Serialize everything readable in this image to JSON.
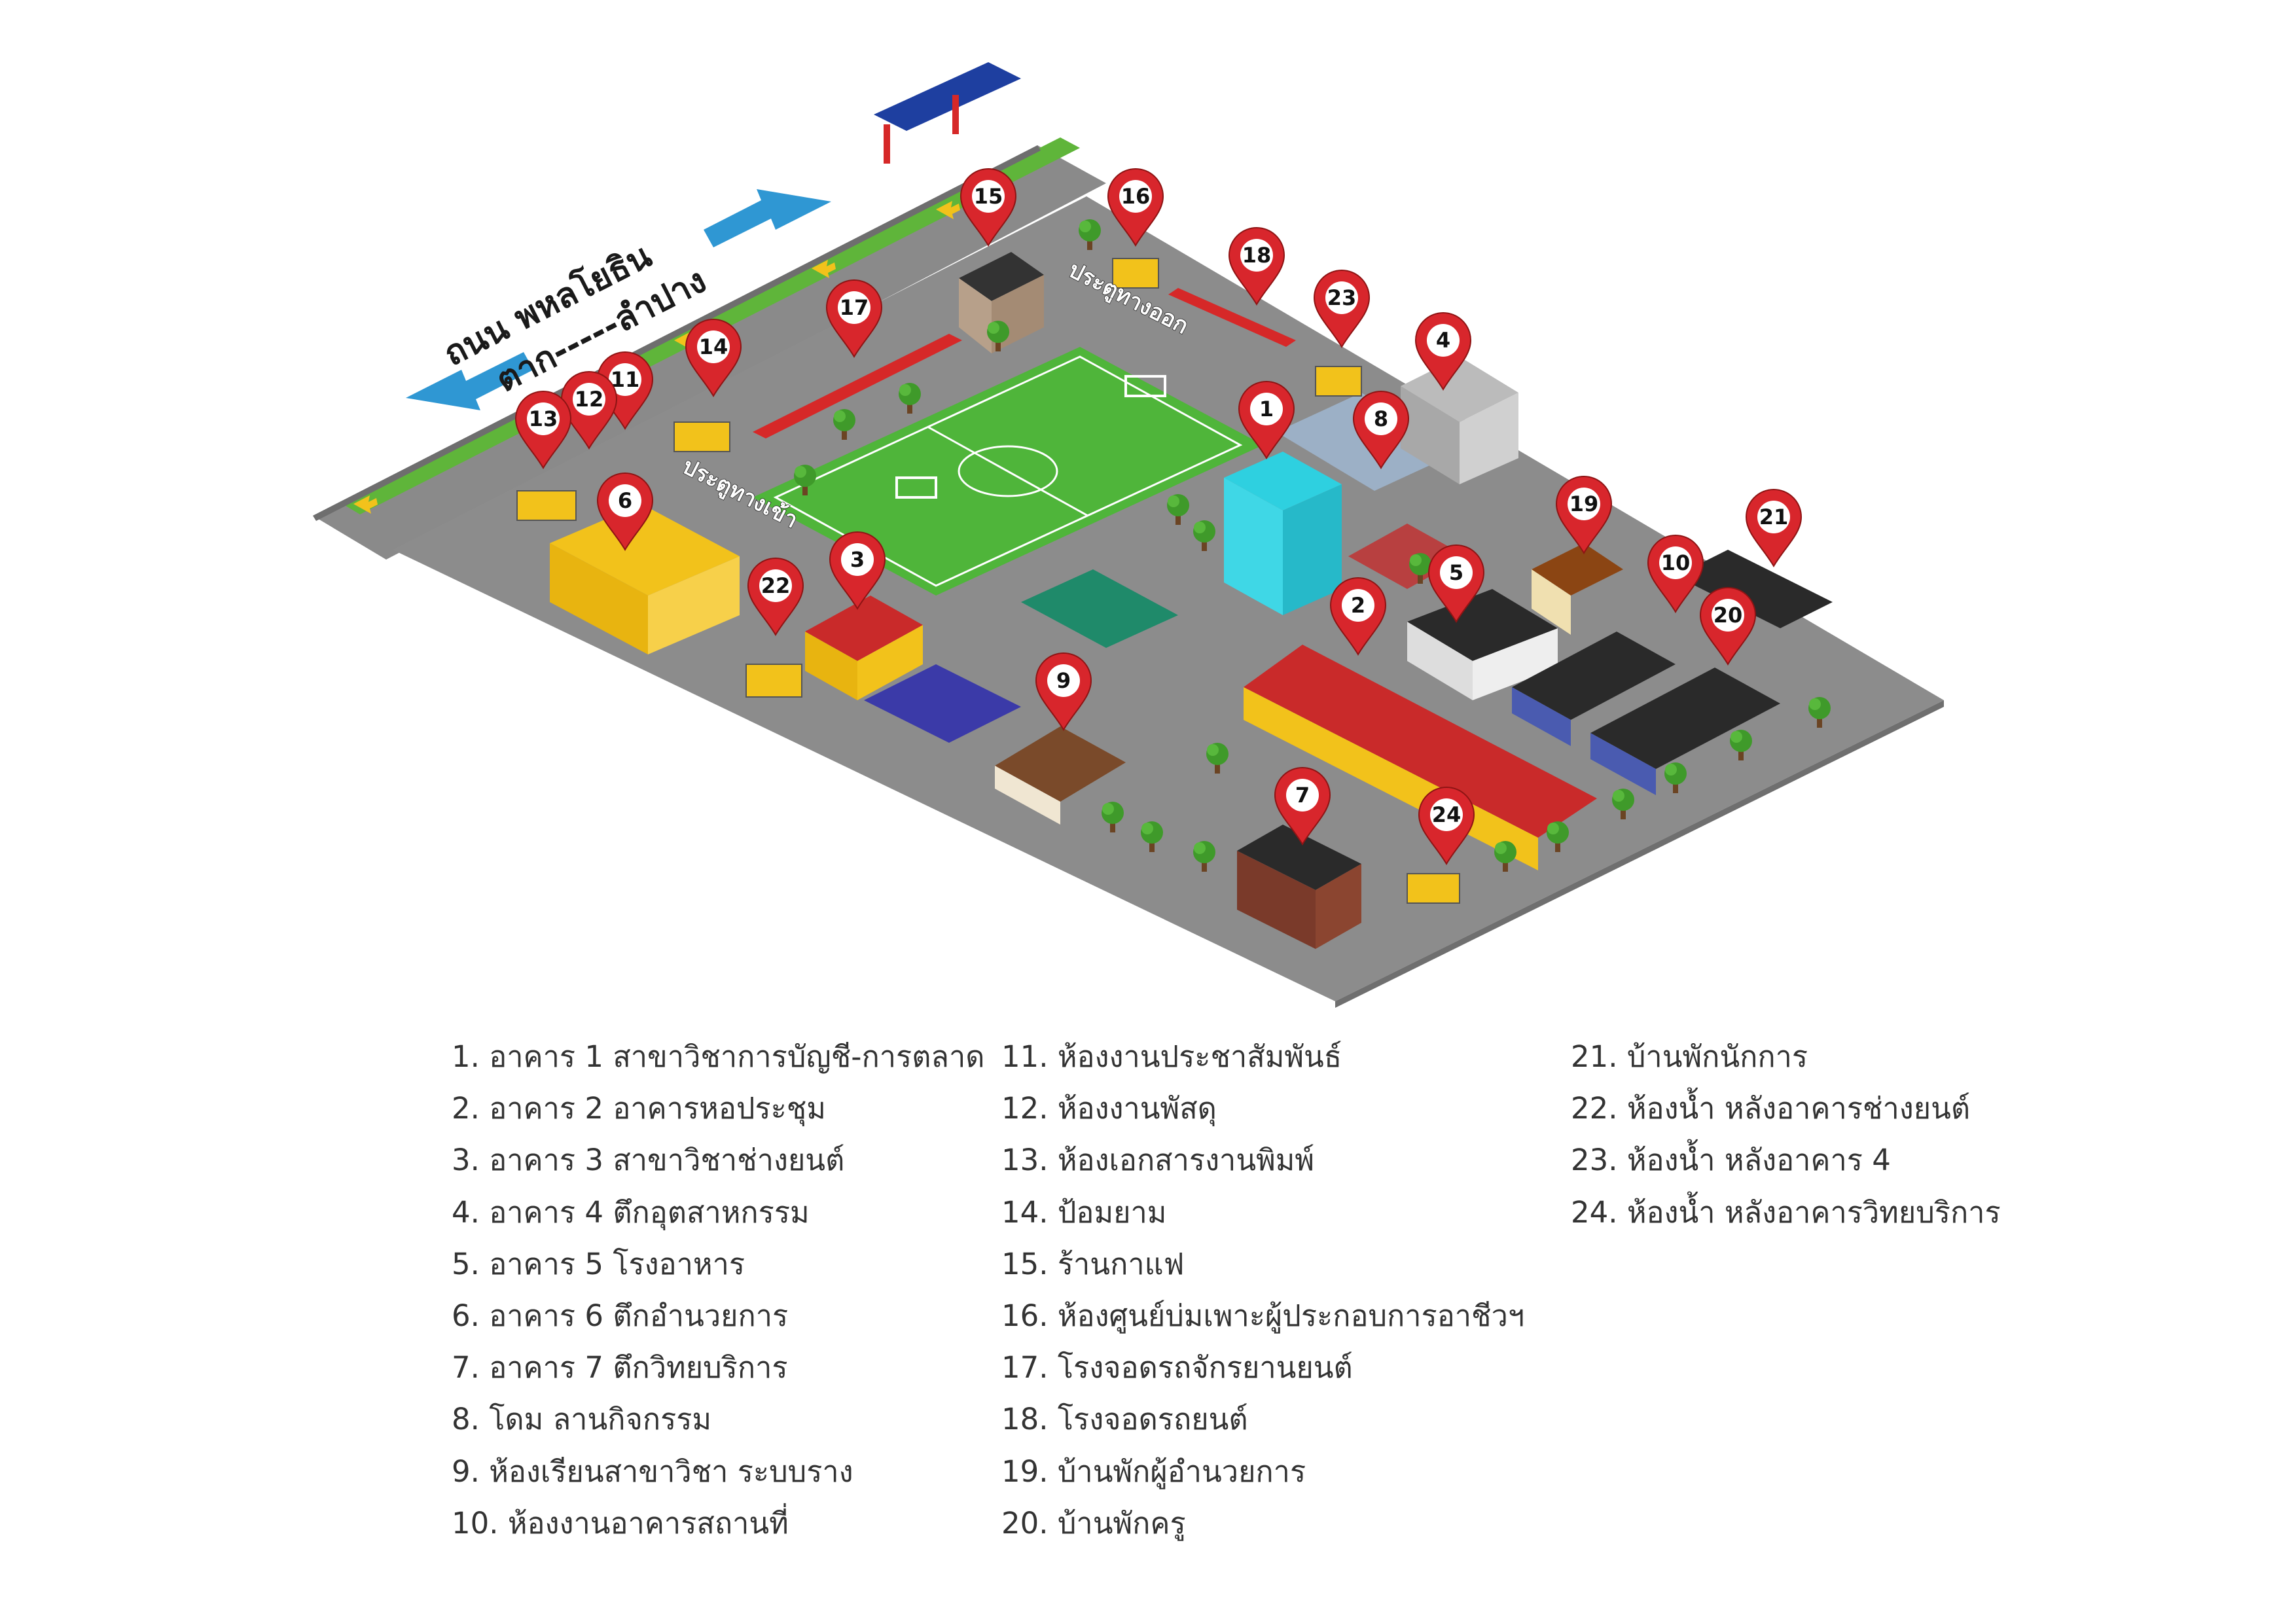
{
  "road": {
    "name": "ถนน พหลโยธิน",
    "direction": "ตาก-----ลำปาง"
  },
  "gates": {
    "east": "ประตูทางออก",
    "main": "ประตูทางเข้า"
  },
  "markers": [
    "1",
    "2",
    "3",
    "4",
    "5",
    "6",
    "7",
    "8",
    "9",
    "10",
    "11",
    "12",
    "13",
    "14",
    "15",
    "16",
    "17",
    "18",
    "19",
    "20",
    "21",
    "22",
    "23",
    "24"
  ],
  "legend": {
    "col1": [
      "1. อาคาร 1 สาขาวิชาการบัญชี-การตลาด",
      "2. อาคาร 2 อาคารหอประชุม",
      "3. อาคาร 3 สาขาวิชาช่างยนต์",
      "4. อาคาร 4 ตึกอุตสาหกรรม",
      "5. อาคาร 5 โรงอาหาร",
      "6. อาคาร 6 ตึกอำนวยการ",
      "7. อาคาร 7 ตึกวิทยบริการ",
      "8. โดม ลานกิจกรรม",
      "9. ห้องเรียนสาขาวิชา ระบบราง",
      "10. ห้องงานอาคารสถานที่"
    ],
    "col2": [
      "11. ห้องงานประชาสัมพันธ์",
      "12. ห้องงานพัสดุ",
      "13. ห้องเอกสารงานพิมพ์",
      "14. ป้อมยาม",
      "15. ร้านกาแฟ",
      "16. ห้องศูนย์บ่มเพาะผู้ประกอบการอาชีวฯ",
      "17. โรงจอดรถจักรยานยนต์",
      "18. โรงจอดรถยนต์",
      "19. บ้านพักผู้อำนวยการ",
      "20. บ้านพักครู"
    ],
    "col3": [
      "21. บ้านพักนักการ",
      "22. ห้องน้ำ หลังอาคารช่างยนต์",
      "23. ห้องน้ำ หลังอาคาร 4",
      "24. ห้องน้ำ หลังอาคารวิทยบริการ"
    ]
  },
  "colors": {
    "road": "#8a8a8a",
    "campus_ground": "#8c8c8c",
    "median": "#5fb53a",
    "field": "#4fb53a",
    "marker": "#d8262c",
    "arrow": "#2f97d3",
    "building_yellow": "#f2c21b",
    "roof_red": "#c92a2a",
    "roof_black": "#2a2a2a"
  }
}
